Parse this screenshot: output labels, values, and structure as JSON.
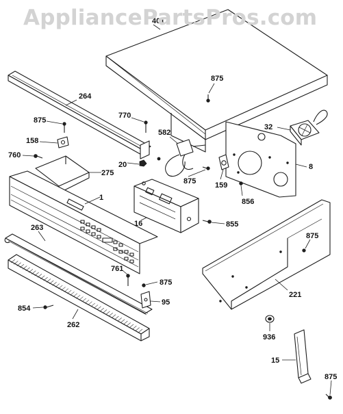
{
  "watermark": "AppliancePartsPros.com",
  "part_labels": {
    "p1": "1",
    "p8": "8",
    "p15": "15",
    "p16": "16",
    "p20": "20",
    "p32": "32",
    "p95": "95",
    "p158": "158",
    "p159": "159",
    "p221": "221",
    "p262": "262",
    "p263": "263",
    "p264": "264",
    "p275": "275",
    "p401": "401",
    "p582": "582",
    "p760": "760",
    "p761": "761",
    "p770": "770",
    "p854": "854",
    "p855": "855",
    "p856": "856",
    "p875a": "875",
    "p875b": "875",
    "p875c": "875",
    "p875d": "875",
    "p875e": "875",
    "p875f": "875",
    "p936": "936"
  }
}
